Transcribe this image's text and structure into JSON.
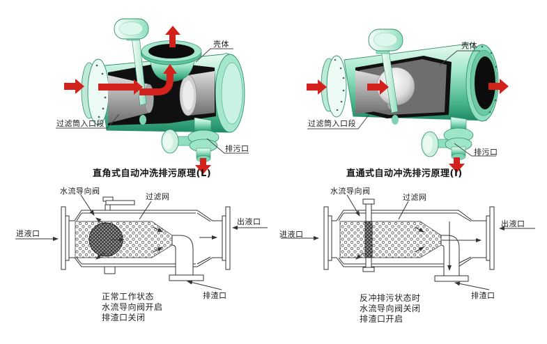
{
  "colors": {
    "housing_teal": "#8fdfc0",
    "housing_teal_dark": "#2f8f6e",
    "flow_arrow_red": "#d3221c",
    "schematic_line": "#333333",
    "cutaway_black": "#101010"
  },
  "top_left": {
    "caption": "直角式自动冲洗排污原理(L)",
    "labels": {
      "shell": "壳体",
      "inlet_section": "过滤筒入口段",
      "drain": "排污口"
    }
  },
  "top_right": {
    "caption": "直通式自动冲洗排污原理(I)",
    "labels": {
      "shell": "壳体",
      "inlet_section": "过滤筒入口段",
      "drain": "排污口"
    }
  },
  "bottom_left": {
    "labels": {
      "valve": "水流导向阀",
      "screen": "过滤网",
      "inlet": "进液口",
      "outlet": "出液口",
      "slag": "排渣口"
    },
    "status": [
      "正常工作状态",
      "水流导向阀开启",
      "排渣口关闭"
    ]
  },
  "bottom_right": {
    "labels": {
      "valve": "水流导向阀",
      "screen": "过滤网",
      "inlet": "进液口",
      "outlet": "出液口",
      "slag": "排渣口"
    },
    "status": [
      "反冲排污状态时",
      "水流导向阀关闭",
      "排渣口开启"
    ]
  }
}
